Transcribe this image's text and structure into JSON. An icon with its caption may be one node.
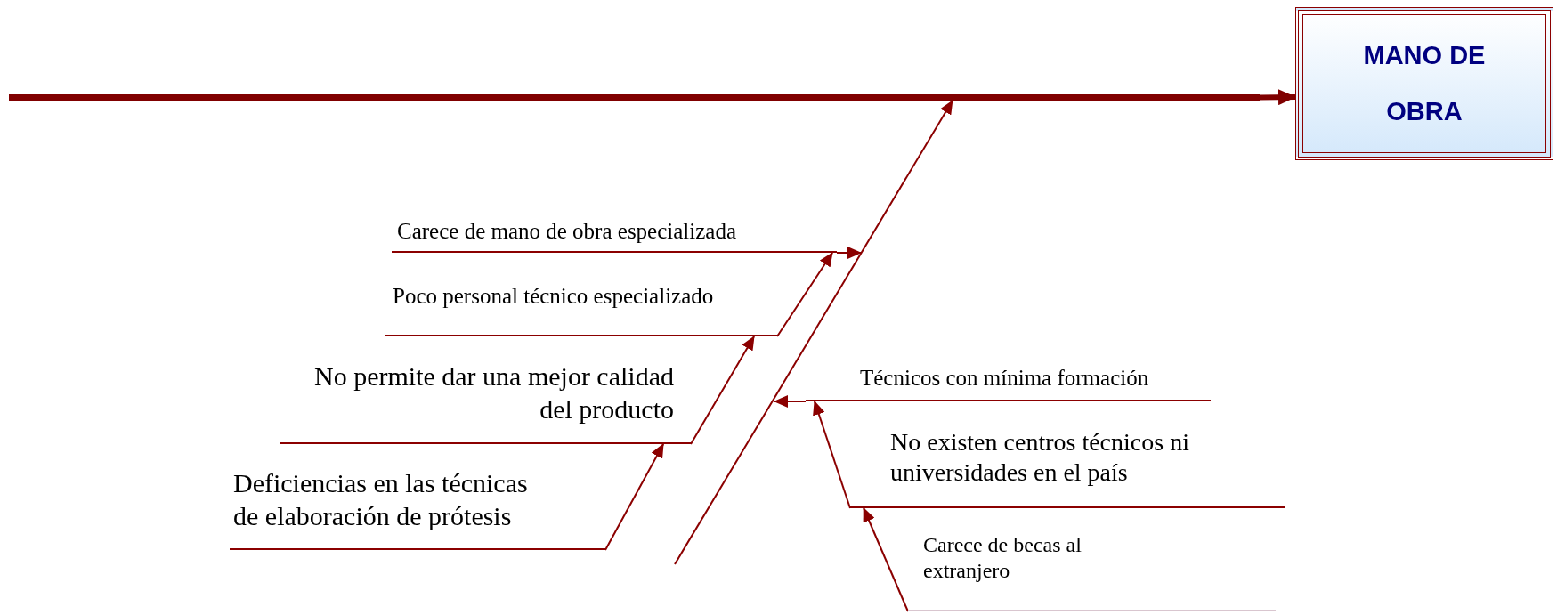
{
  "diagram": {
    "nodes": [
      {
        "text": [
          "MANO DE OBRA"
        ]
      },
      {
        "text": [],
        "shape": "bar"
      },
      {
        "text": [
          "Carece de mano de obra especializada"
        ]
      },
      {
        "text": [
          "Poco personal técnico especializado"
        ]
      },
      {
        "text": [
          "No permite dar una mejor calidad del producto"
        ]
      },
      {
        "text": [
          "Deficiencias en las técnicas de elaboración de prótesis"
        ]
      },
      {
        "text": [
          "Técnicos con mínima formación"
        ]
      },
      {
        "text": [
          "No existen centros técnicos ni universidades en el país"
        ]
      },
      {
        "text": [
          "Carece de becas al extranjero"
        ]
      }
    ],
    "edges": [
      {
        "from": 1,
        "to": 0,
        "arrow": "to",
        "style": "thick"
      },
      {
        "from": null,
        "to": 1,
        "arrow": "to"
      },
      {
        "from": 5,
        "to": 4,
        "arrow": "to"
      },
      {
        "from": 4,
        "to": 3,
        "arrow": "to"
      },
      {
        "from": 3,
        "to": 2,
        "arrow": "to"
      },
      {
        "from": 2,
        "to": null,
        "arrow": "to"
      },
      {
        "from": 6,
        "to": null,
        "arrow": "to"
      },
      {
        "from": 7,
        "to": 6,
        "arrow": "to"
      },
      {
        "from": 8,
        "to": 7,
        "arrow": "to"
      }
    ]
  }
}
